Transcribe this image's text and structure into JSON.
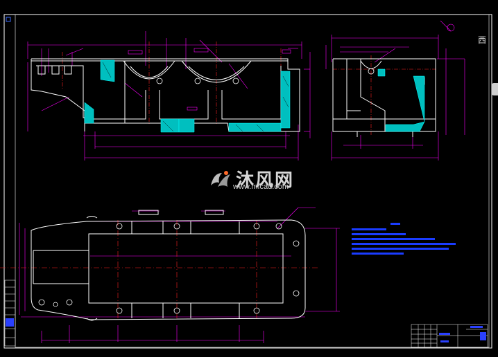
{
  "watermark": {
    "brand_cn": "沐风网",
    "url": "www.mfcad.com"
  },
  "side_panel": {
    "char": "西"
  },
  "colors": {
    "background": "#000000",
    "outline": "#ffffff",
    "dimension": "#ff00ff",
    "hatch": "#00ffff",
    "note_text": "#0000ff",
    "frame": "#ffffff",
    "red_center": "#ff0000"
  }
}
